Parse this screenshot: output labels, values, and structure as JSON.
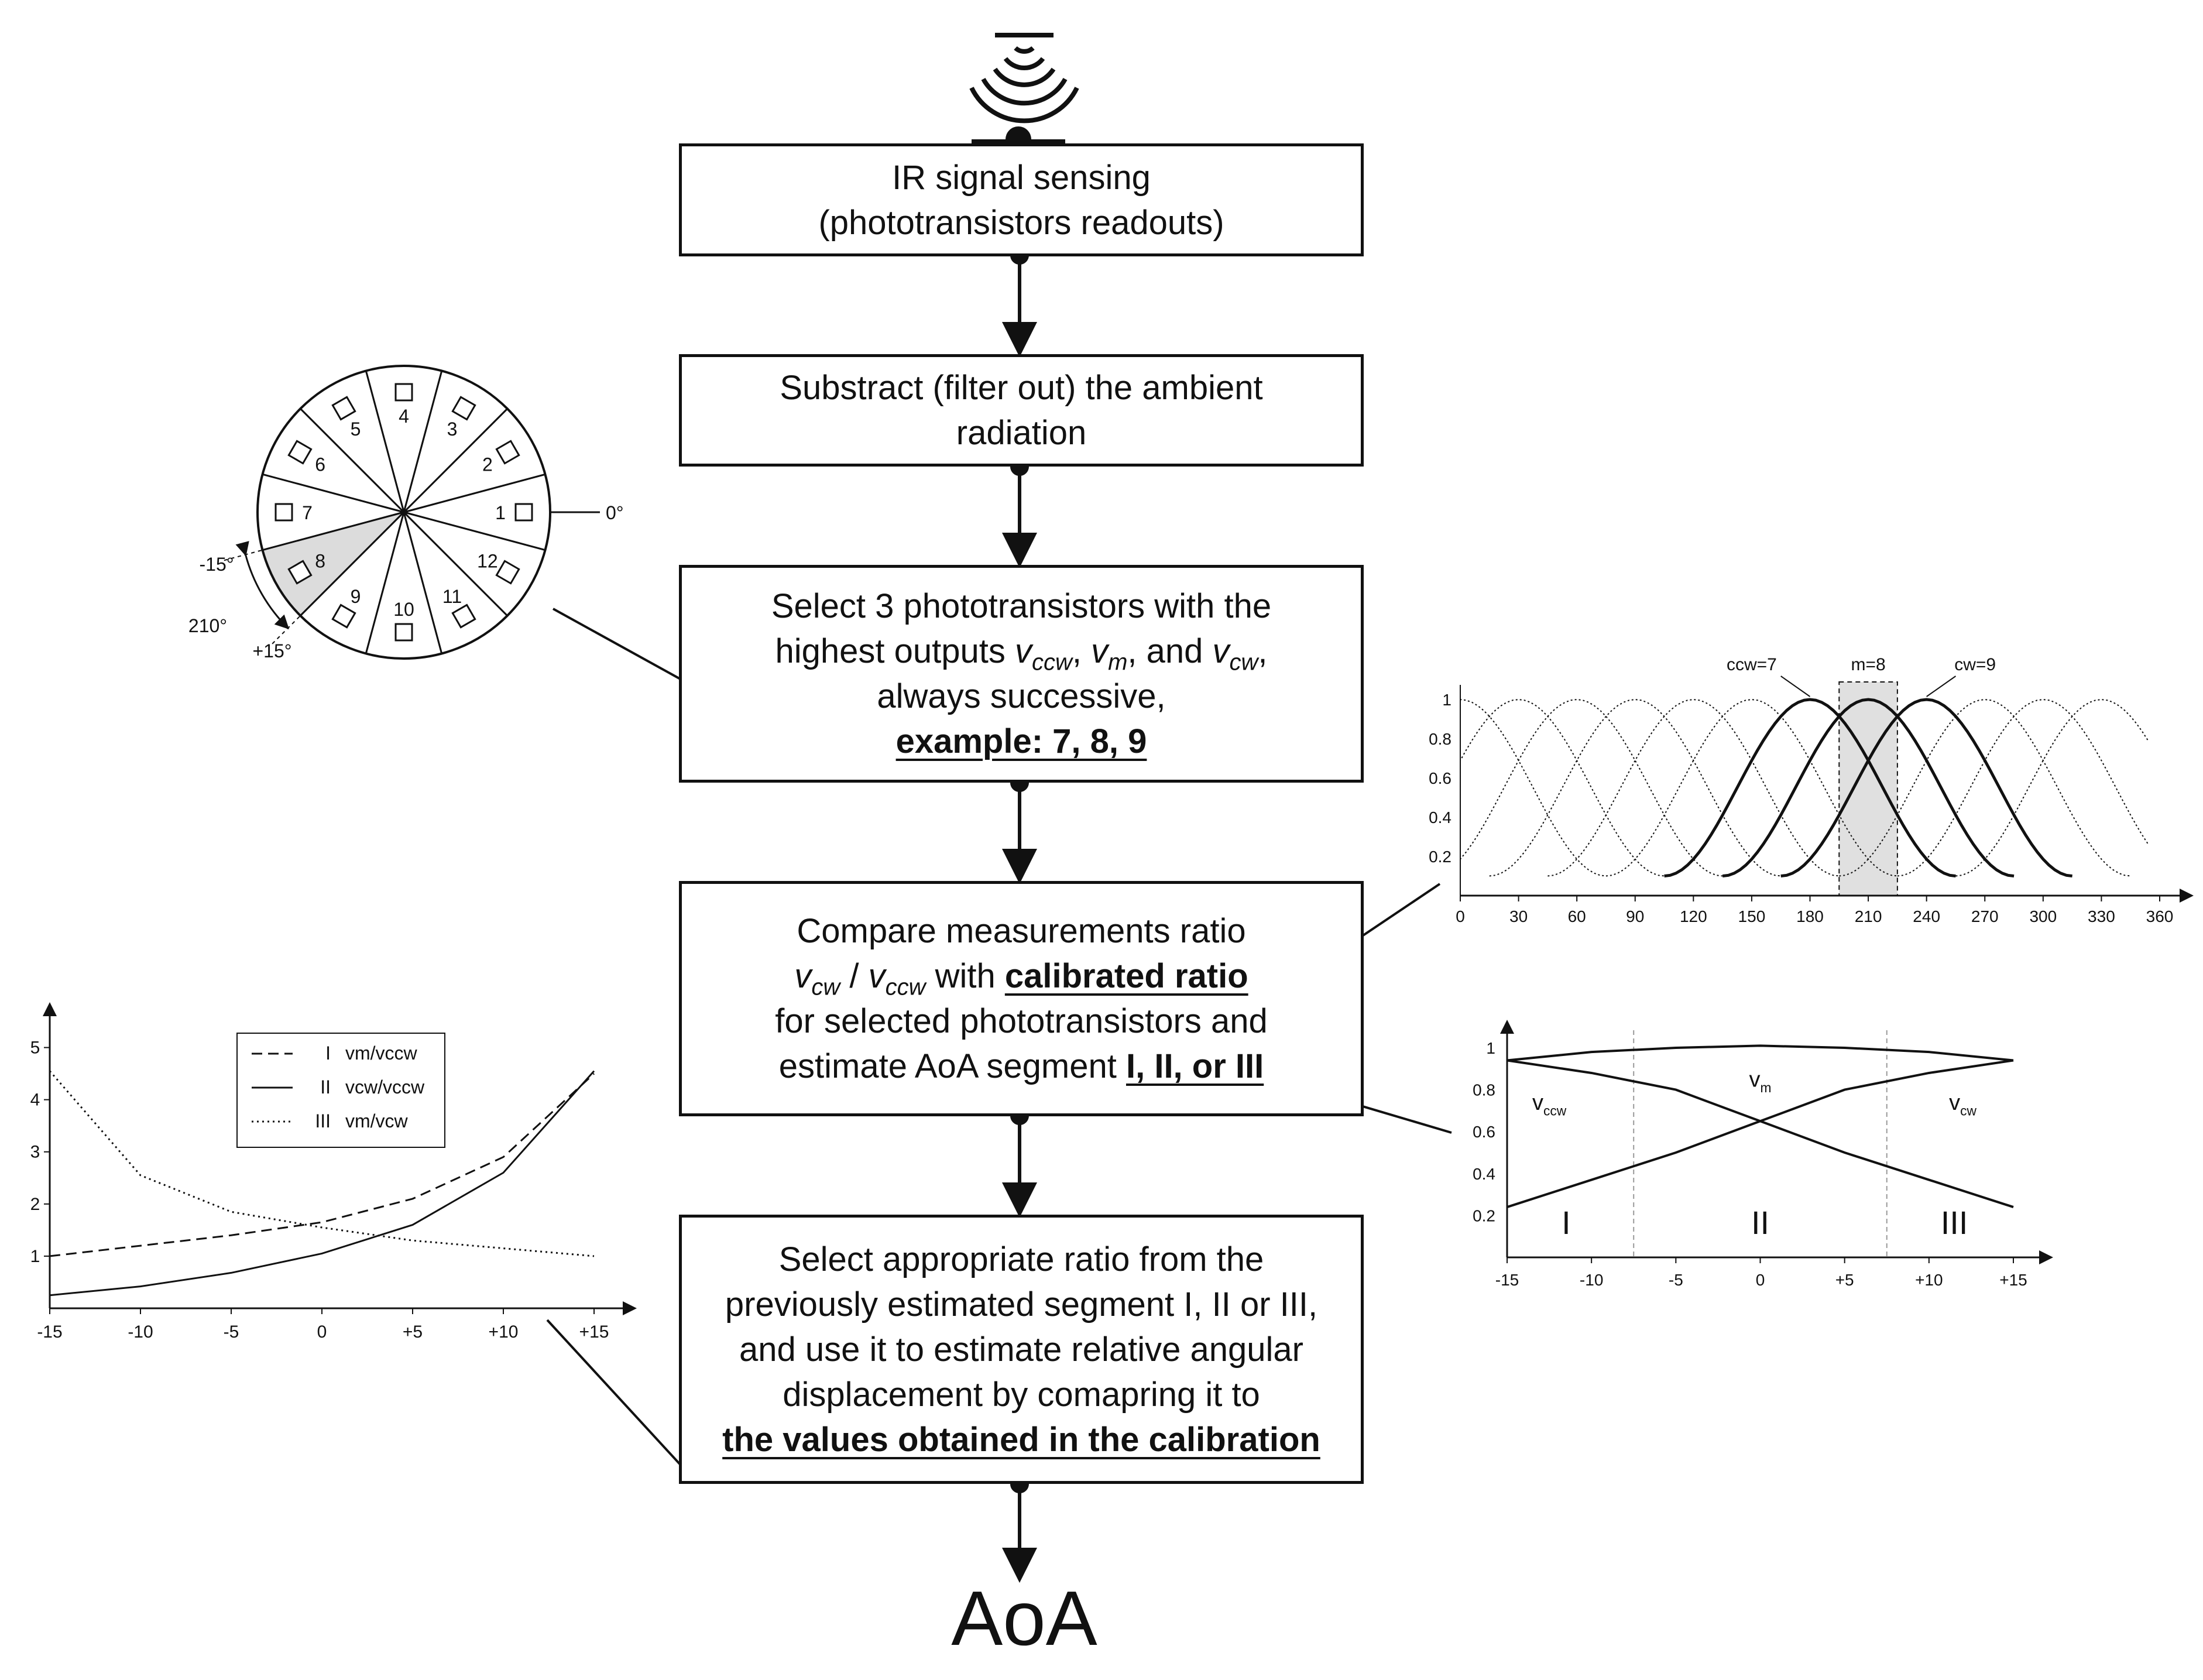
{
  "flow": {
    "step1": {
      "line1": "IR signal sensing",
      "line2": "(phototransistors readouts)"
    },
    "step2": {
      "line1": "Substract (filter out) the ambient",
      "line2": "radiation"
    },
    "step3": {
      "line1": "Select 3 phototransistors with the",
      "line2_pre": "highest outputs ",
      "v": "v",
      "ccw": "ccw",
      "m": "m",
      "cw": "cw",
      "comma": ", ",
      "and": ", and ",
      "line2_end": ",",
      "line3": "always successive,",
      "line4": "example: 7, 8, 9"
    },
    "step4": {
      "line1": "Compare measurements ratio",
      "slash": " / ",
      "with": " with ",
      "calibrated": "calibrated ratio",
      "line3": "for selected phototransistors and",
      "line4_pre": "estimate AoA segment ",
      "segments": "I, II, or III"
    },
    "step5": {
      "line1": "Select appropriate ratio from the",
      "line2": "previously estimated segment I, II or III,",
      "line3": "and use it to estimate relative angular",
      "line4": "displacement by comapring it to",
      "line5": "the values obtained in the calibration"
    },
    "output": "AoA"
  },
  "sensor_wheel": {
    "sectors": [
      "1",
      "2",
      "3",
      "4",
      "5",
      "6",
      "7",
      "8",
      "9",
      "10",
      "11",
      "12"
    ],
    "highlighted": "8",
    "labels": {
      "zero": "0°",
      "minus": "-15°",
      "center": "210°",
      "plus": "+15°"
    }
  },
  "chart_data": [
    {
      "type": "line",
      "title": "",
      "x_ticks": [
        "-15",
        "-10",
        "-5",
        "0",
        "+5",
        "+10",
        "+15"
      ],
      "y_ticks": [
        "1",
        "2",
        "3",
        "4",
        "5"
      ],
      "xlim": [
        -15,
        15
      ],
      "ylim": [
        0,
        5.5
      ],
      "series": [
        {
          "name": "I v_m/v_ccw",
          "legend_num": "I",
          "legend_label": "vm/vccw",
          "style": "dashed",
          "x": [
            -15,
            -10,
            -5,
            0,
            5,
            10,
            15
          ],
          "y": [
            1.0,
            1.2,
            1.4,
            1.65,
            2.1,
            2.9,
            4.5
          ]
        },
        {
          "name": "II v_cw/v_ccw",
          "legend_num": "II",
          "legend_label": "vcw/vccw",
          "style": "solid",
          "x": [
            -15,
            -10,
            -5,
            0,
            5,
            10,
            15
          ],
          "y": [
            0.25,
            0.42,
            0.68,
            1.05,
            1.6,
            2.6,
            4.55
          ]
        },
        {
          "name": "III v_m/v_cw",
          "legend_num": "III",
          "legend_label": "vm/vcw",
          "style": "dotted",
          "x": [
            -15,
            -10,
            -5,
            0,
            5,
            10,
            15
          ],
          "y": [
            4.55,
            2.55,
            1.85,
            1.55,
            1.3,
            1.15,
            1.0
          ]
        }
      ]
    },
    {
      "type": "line",
      "x_ticks": [
        "0",
        "30",
        "60",
        "90",
        "120",
        "150",
        "180",
        "210",
        "240",
        "270",
        "300",
        "330",
        "360"
      ],
      "y_ticks": [
        "0.2",
        "0.4",
        "0.6",
        "0.8",
        "1"
      ],
      "xlim": [
        0,
        360
      ],
      "ylim": [
        0,
        1.05
      ],
      "peaks": [
        0,
        30,
        60,
        90,
        120,
        150,
        180,
        210,
        240,
        270,
        300,
        330
      ],
      "highlighted_peaks": [
        180,
        210,
        240
      ],
      "shaded_band": [
        195,
        225
      ],
      "annotations": {
        "ccw": "ccw=7",
        "m": "m=8",
        "cw": "cw=9"
      }
    },
    {
      "type": "line",
      "x_ticks": [
        "-15",
        "-10",
        "-5",
        "0",
        "+5",
        "+10",
        "+15"
      ],
      "y_ticks": [
        "0.2",
        "0.4",
        "0.6",
        "0.8",
        "1"
      ],
      "xlim": [
        -15,
        15
      ],
      "ylim": [
        0,
        1.05
      ],
      "series_labels": {
        "m": "v",
        "m_sub": "m",
        "ccw": "v",
        "ccw_sub": "ccw",
        "cw": "v",
        "cw_sub": "cw"
      },
      "segments": [
        "I",
        "II",
        "III"
      ],
      "series": [
        {
          "name": "v_m",
          "x": [
            -15,
            -10,
            -5,
            0,
            5,
            10,
            15
          ],
          "y": [
            0.94,
            0.98,
            1.0,
            1.01,
            1.0,
            0.98,
            0.94
          ]
        },
        {
          "name": "v_ccw",
          "x": [
            -15,
            -10,
            -5,
            0,
            5,
            10,
            15
          ],
          "y": [
            0.94,
            0.88,
            0.8,
            0.65,
            0.5,
            0.37,
            0.24
          ]
        },
        {
          "name": "v_cw",
          "x": [
            -15,
            -10,
            -5,
            0,
            5,
            10,
            15
          ],
          "y": [
            0.24,
            0.37,
            0.5,
            0.65,
            0.8,
            0.88,
            0.94
          ]
        }
      ]
    }
  ]
}
